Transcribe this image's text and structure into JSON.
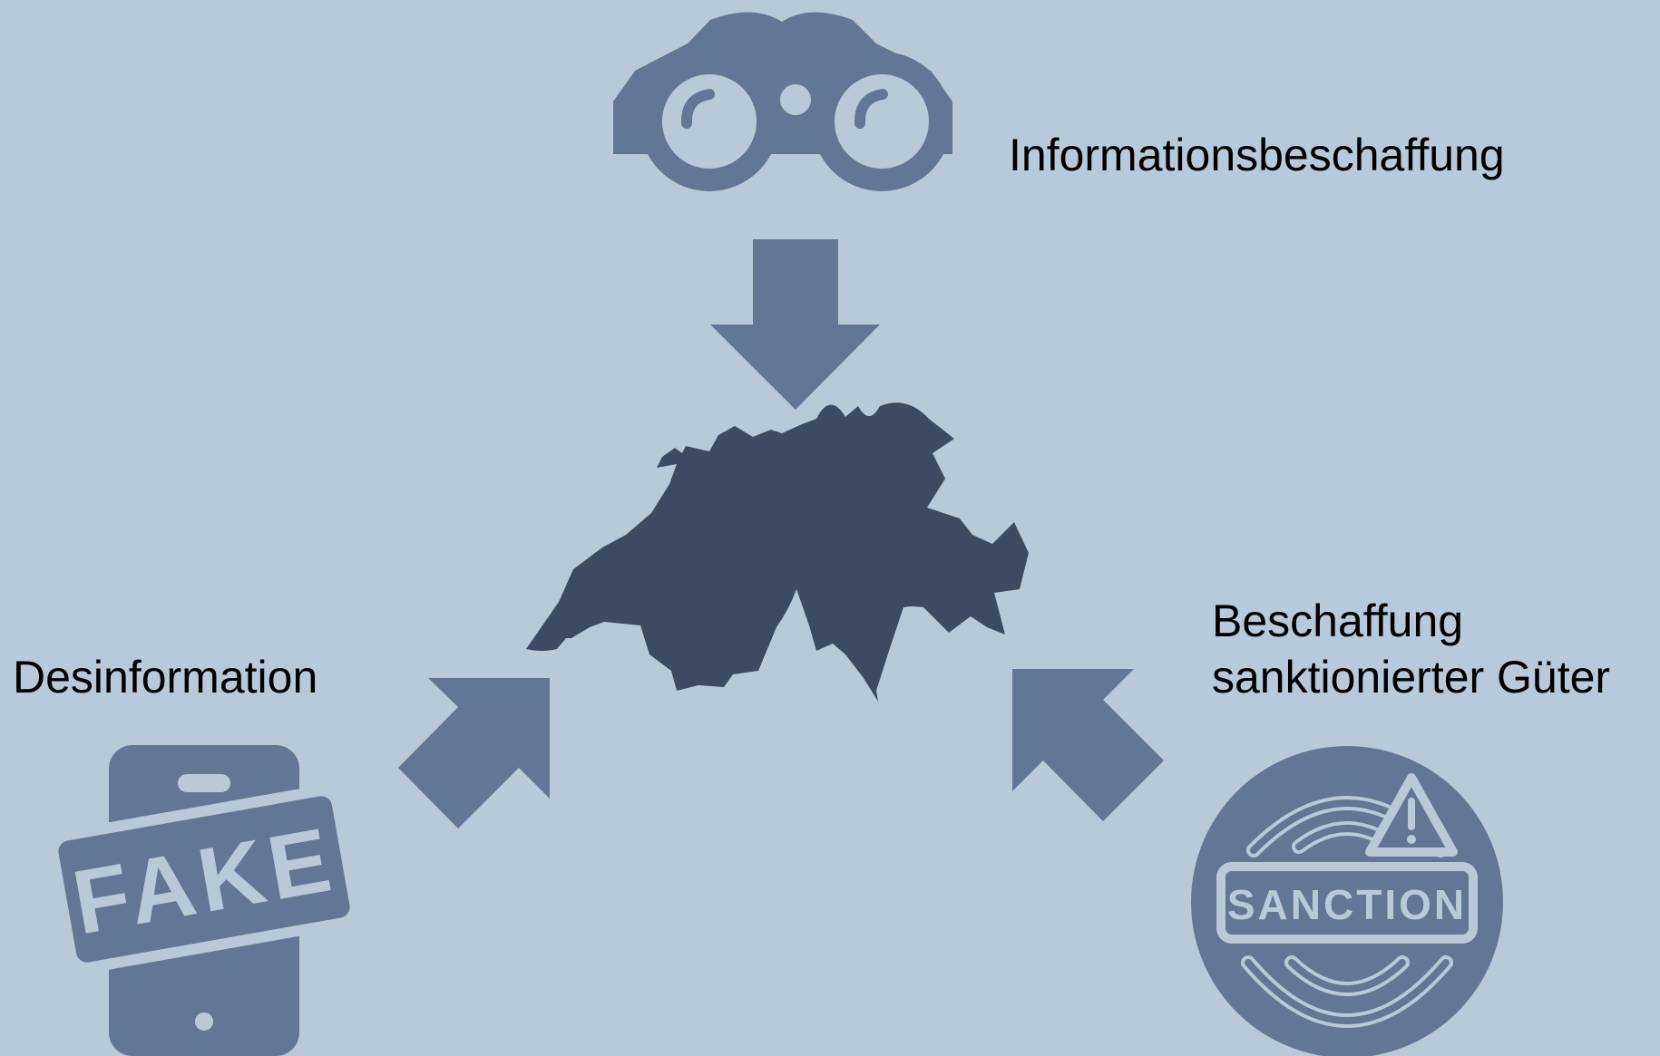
{
  "labels": {
    "information_gathering": "Informationsbeschaffung",
    "disinformation": "Desinformation",
    "sanctioned_goods_line1": "Beschaffung",
    "sanctioned_goods_line2": "sanktionierter Güter"
  },
  "icon_texts": {
    "fake": "FAKE",
    "sanction": "SANCTION"
  },
  "icons": {
    "top": "binoculars-icon",
    "center": "switzerland-map-icon",
    "left": "fake-news-phone-icon",
    "right": "sanction-stamp-icon"
  },
  "colors": {
    "background": "#b8cad9",
    "icon_fill": "#627795",
    "map_fill": "#3d4a63",
    "label_text": "#000000"
  }
}
